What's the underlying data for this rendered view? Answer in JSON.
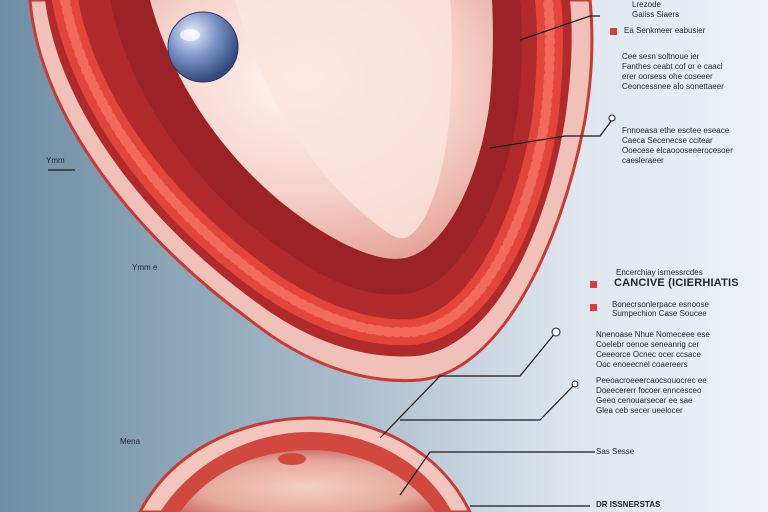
{
  "colors": {
    "tissue_outer": "#b8262b",
    "tissue_nodules": "#e2453a",
    "lumen": "#f3c9c2",
    "accent_square": "#d9403b",
    "leader_line": "#1b1b1b"
  },
  "labels": {
    "left_top": "Ymm",
    "left_mid": "Ymm e",
    "left_bottom": "Mena",
    "right_top_line1": "Lrezode",
    "right_top_line2": "Gaiiss Siaers",
    "right_item1": "Ea Senkmeer eabusier",
    "right_heading_top": "Encerchiay isrnessrcdes",
    "right_heading": "CANCIVE (ICIERHIATIS",
    "right_item2_line1": "Bonecrsonlerpace esnoose",
    "right_item2_line2": "Sumpechion Case Soucee",
    "bottom_mid": "Sas Sesse",
    "bottom_right": "DR ISSNERSTAS"
  },
  "paragraphs": {
    "p1": [
      "Cee sesn soltnoue ier",
      "Fanthes ceabt cof or e caacl",
      "erer oorsess ohe coseeer",
      "Ceoncessnee alo sonettaeer"
    ],
    "p2": [
      "Fnnoeasa ethe esctee eseace",
      "Caeca Secenecse ccitear",
      "Ooecese elcaoooseeerocesoer",
      "caesleraeer"
    ],
    "p3": [
      "Nnenoase Nhue Nomeceee ese",
      "Coelebr oenoe seneanrig cer",
      "Ceeeorce Ocnec ocer ccsace",
      "Ooc enoeecnel coaereers"
    ],
    "p4": [
      "Peeoacroeeercaocsouocrec ee",
      "Doeecererr focoer enncesceo",
      "Geeo cenouarsecer ee sae",
      "Glea ceb secer ueelocer"
    ]
  }
}
